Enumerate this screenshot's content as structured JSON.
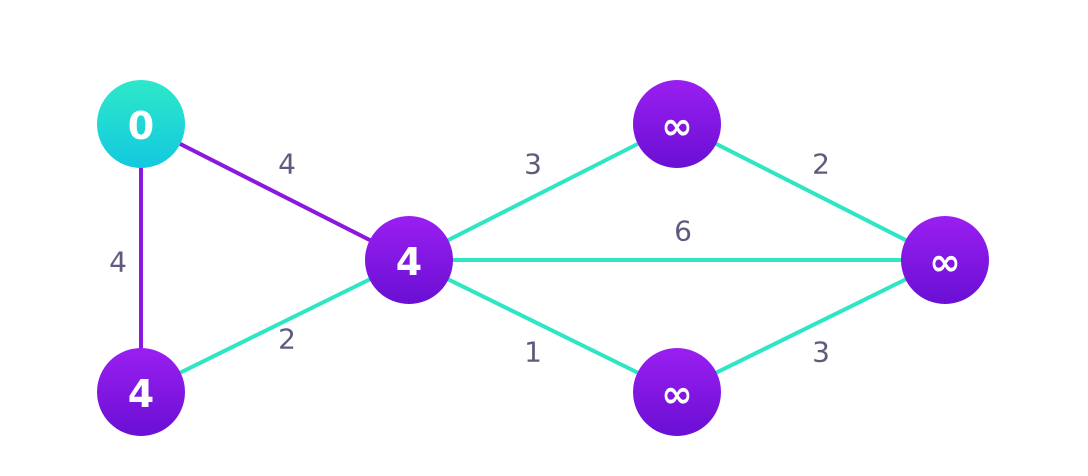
{
  "colors": {
    "visited_edge": "#8a19dd",
    "unvisited_edge": "#2ee6c4",
    "source_node_top": "#2ee8c9",
    "source_node_bottom": "#12c9e0",
    "node_top": "#9a1ff0",
    "node_bottom": "#6a0fd4",
    "edge_label": "#5f5b7a"
  },
  "nodes": [
    {
      "id": "A",
      "label": "0",
      "source": true
    },
    {
      "id": "B",
      "label": "4",
      "source": false
    },
    {
      "id": "C",
      "label": "4",
      "source": false
    },
    {
      "id": "D",
      "label": "∞",
      "source": false
    },
    {
      "id": "E",
      "label": "∞",
      "source": false
    },
    {
      "id": "F",
      "label": "∞",
      "source": false
    }
  ],
  "edges": [
    {
      "from": "A",
      "to": "C",
      "weight": "4",
      "visited": true
    },
    {
      "from": "A",
      "to": "B",
      "weight": "4",
      "visited": true
    },
    {
      "from": "B",
      "to": "C",
      "weight": "2",
      "visited": false
    },
    {
      "from": "C",
      "to": "D",
      "weight": "3",
      "visited": false
    },
    {
      "from": "C",
      "to": "F",
      "weight": "6",
      "visited": false
    },
    {
      "from": "C",
      "to": "E",
      "weight": "1",
      "visited": false
    },
    {
      "from": "D",
      "to": "F",
      "weight": "2",
      "visited": false
    },
    {
      "from": "E",
      "to": "F",
      "weight": "3",
      "visited": false
    }
  ]
}
